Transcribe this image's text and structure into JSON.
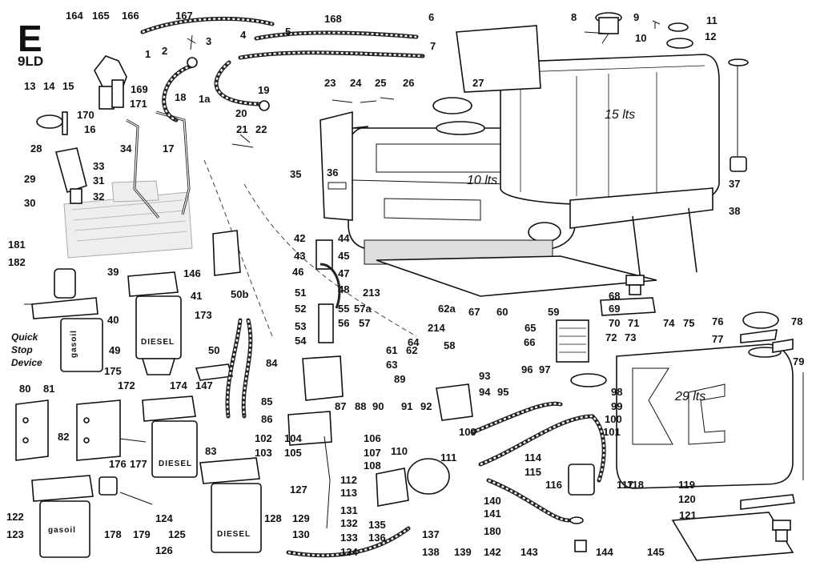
{
  "header": {
    "letter": "E",
    "model": "9LD"
  },
  "captions": {
    "tank_10": "10 lts",
    "tank_15": "15 lts",
    "tank_29": "29 lts",
    "quick": "Quick",
    "stop": "Stop",
    "device": "Device",
    "filter_diesel": "DIESEL",
    "filter_gasoil": "gasoil"
  },
  "part_labels": [
    "1",
    "1a",
    "2",
    "3",
    "4",
    "5",
    "6",
    "7",
    "8",
    "9",
    "10",
    "11",
    "12",
    "13",
    "14",
    "15",
    "16",
    "17",
    "18",
    "19",
    "20",
    "21",
    "22",
    "23",
    "24",
    "25",
    "26",
    "27",
    "28",
    "29",
    "30",
    "31",
    "32",
    "33",
    "34",
    "35",
    "36",
    "37",
    "38",
    "39",
    "40",
    "41",
    "42",
    "43",
    "44",
    "45",
    "46",
    "47",
    "48",
    "49",
    "50",
    "50b",
    "51",
    "52",
    "53",
    "54",
    "55",
    "56",
    "57",
    "57a",
    "58",
    "59",
    "60",
    "61",
    "62",
    "62a",
    "63",
    "64",
    "65",
    "66",
    "67",
    "68",
    "69",
    "70",
    "71",
    "72",
    "73",
    "74",
    "75",
    "76",
    "77",
    "78",
    "79",
    "80",
    "81",
    "82",
    "83",
    "84",
    "85",
    "86",
    "87",
    "88",
    "89",
    "90",
    "91",
    "92",
    "93",
    "94",
    "95",
    "96",
    "97",
    "98",
    "99",
    "100",
    "101",
    "102",
    "103",
    "104",
    "105",
    "106",
    "107",
    "108",
    "109",
    "110",
    "111",
    "112",
    "113",
    "114",
    "115",
    "116",
    "117",
    "118",
    "119",
    "120",
    "121",
    "122",
    "123",
    "124",
    "125",
    "126",
    "127",
    "128",
    "129",
    "130",
    "131",
    "132",
    "133",
    "134",
    "135",
    "136",
    "137",
    "138",
    "139",
    "140",
    "141",
    "142",
    "143",
    "144",
    "145",
    "146",
    "147",
    "164",
    "165",
    "166",
    "167",
    "168",
    "169",
    "170",
    "171",
    "172",
    "173",
    "174",
    "175",
    "176",
    "177",
    "178",
    "179",
    "180",
    "181",
    "182",
    "213",
    "214"
  ]
}
